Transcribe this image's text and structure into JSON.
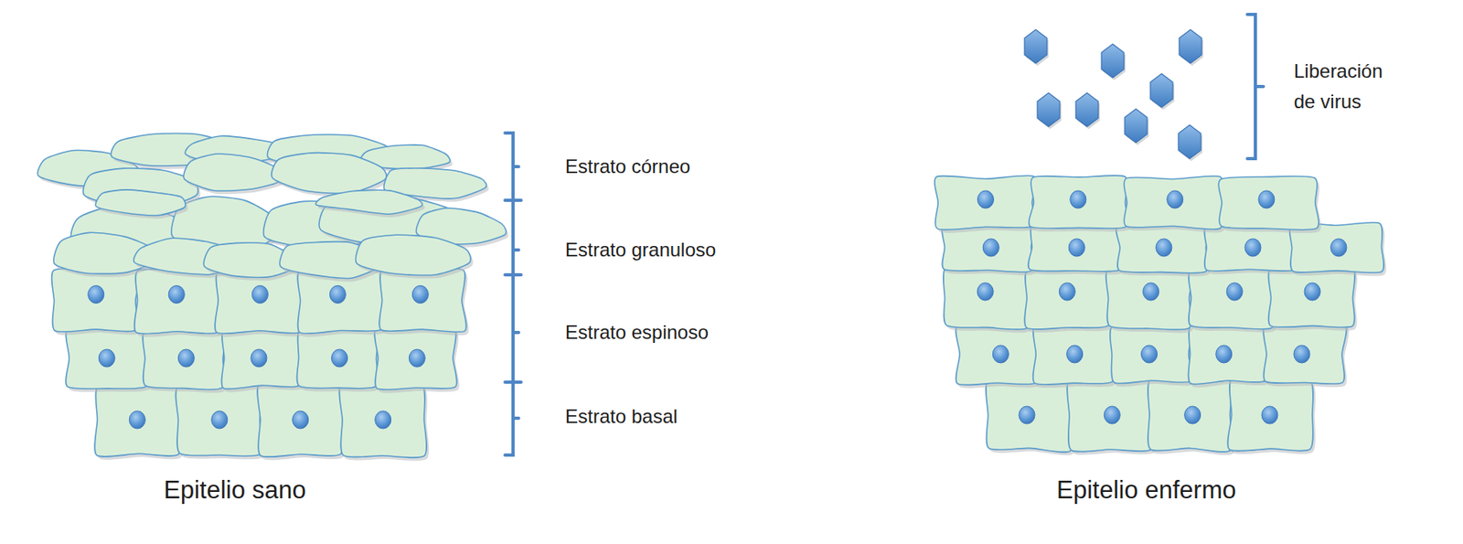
{
  "diagram": {
    "labels": [
      "Estrato córneo",
      "Estrato granuloso",
      "Estrato espinoso",
      "Estrato basal",
      "Epitelio sano",
      "Liberación de virus",
      "Epitelio enfermo"
    ]
  }
}
